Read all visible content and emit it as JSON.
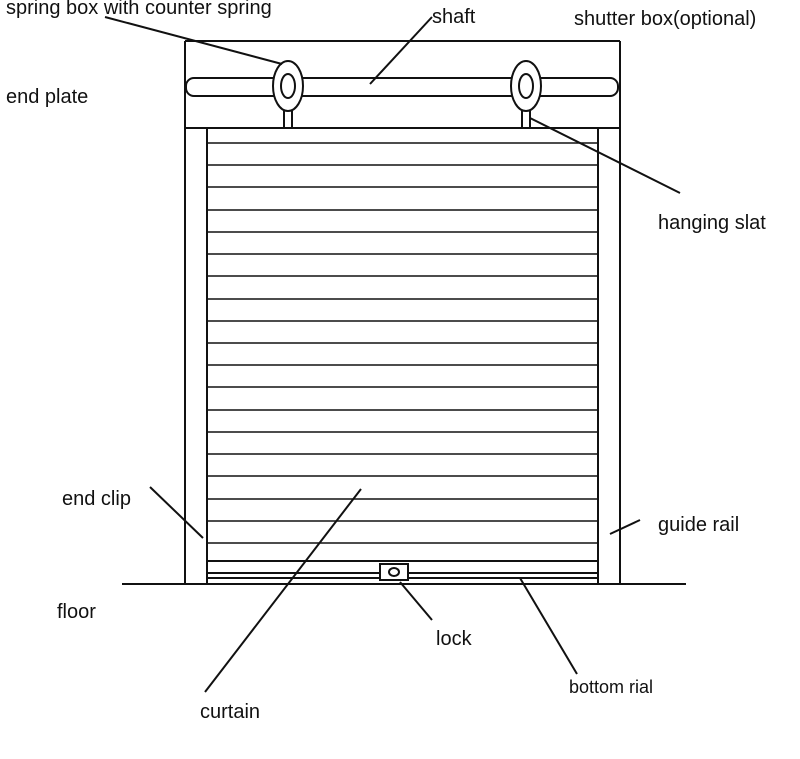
{
  "labels": {
    "spring_box": "spring box with counter spring",
    "shaft": "shaft",
    "shutter_box": "shutter box(optional)",
    "end_plate": "end plate",
    "hanging_slat": "hanging slat",
    "end_clip": "end clip",
    "guide_rail": "guide rail",
    "floor": "floor",
    "lock": "lock",
    "bottom_rail": "bottom rial",
    "curtain": "curtain"
  },
  "colors": {
    "line": "#111111",
    "background": "#ffffff"
  }
}
